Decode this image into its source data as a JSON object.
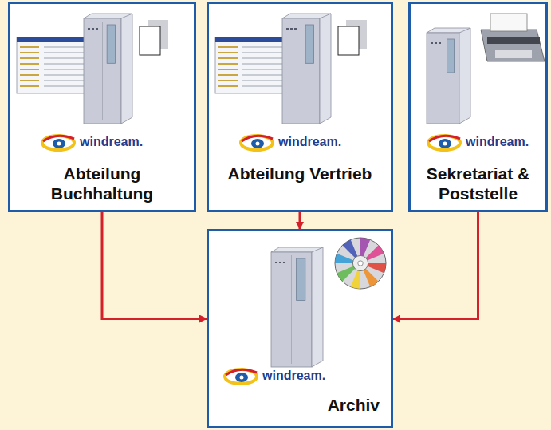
{
  "diagram": {
    "nodes": [
      {
        "text": [
          "windream.",
          "Abteilung Buchhaltung"
        ]
      },
      {
        "text": [
          "windream.",
          "Abteilung Vertrieb"
        ]
      },
      {
        "text": [
          "windream.",
          "Sekretariat & Poststelle"
        ]
      },
      {
        "text": [
          "windream.",
          "Archiv"
        ]
      }
    ],
    "edges": [
      {
        "from": 0,
        "to": 3,
        "arrow": "to"
      },
      {
        "from": 1,
        "to": 3,
        "arrow": "to"
      },
      {
        "from": 2,
        "to": 3,
        "arrow": "to"
      }
    ]
  }
}
